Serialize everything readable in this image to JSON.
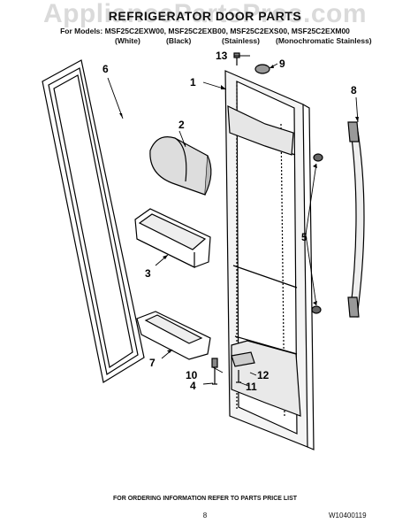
{
  "watermark": "AppliancePartsPros.com",
  "header": {
    "title": "REFRIGERATOR DOOR PARTS",
    "models": "For Models: MSF25C2EXW00, MSF25C2EXB00, MSF25C2EXS00, MSF25C2EXM00",
    "variants": [
      "(White)",
      "(Black)",
      "(Stainless)",
      "(Monochromatic Stainless)"
    ]
  },
  "callouts": [
    "1",
    "2",
    "3",
    "4",
    "5",
    "6",
    "7",
    "8",
    "9",
    "10",
    "11",
    "12",
    "13"
  ],
  "footer": {
    "note": "FOR ORDERING INFORMATION REFER TO PARTS PRICE LIST",
    "page": "8",
    "doc_code": "W10400119"
  }
}
